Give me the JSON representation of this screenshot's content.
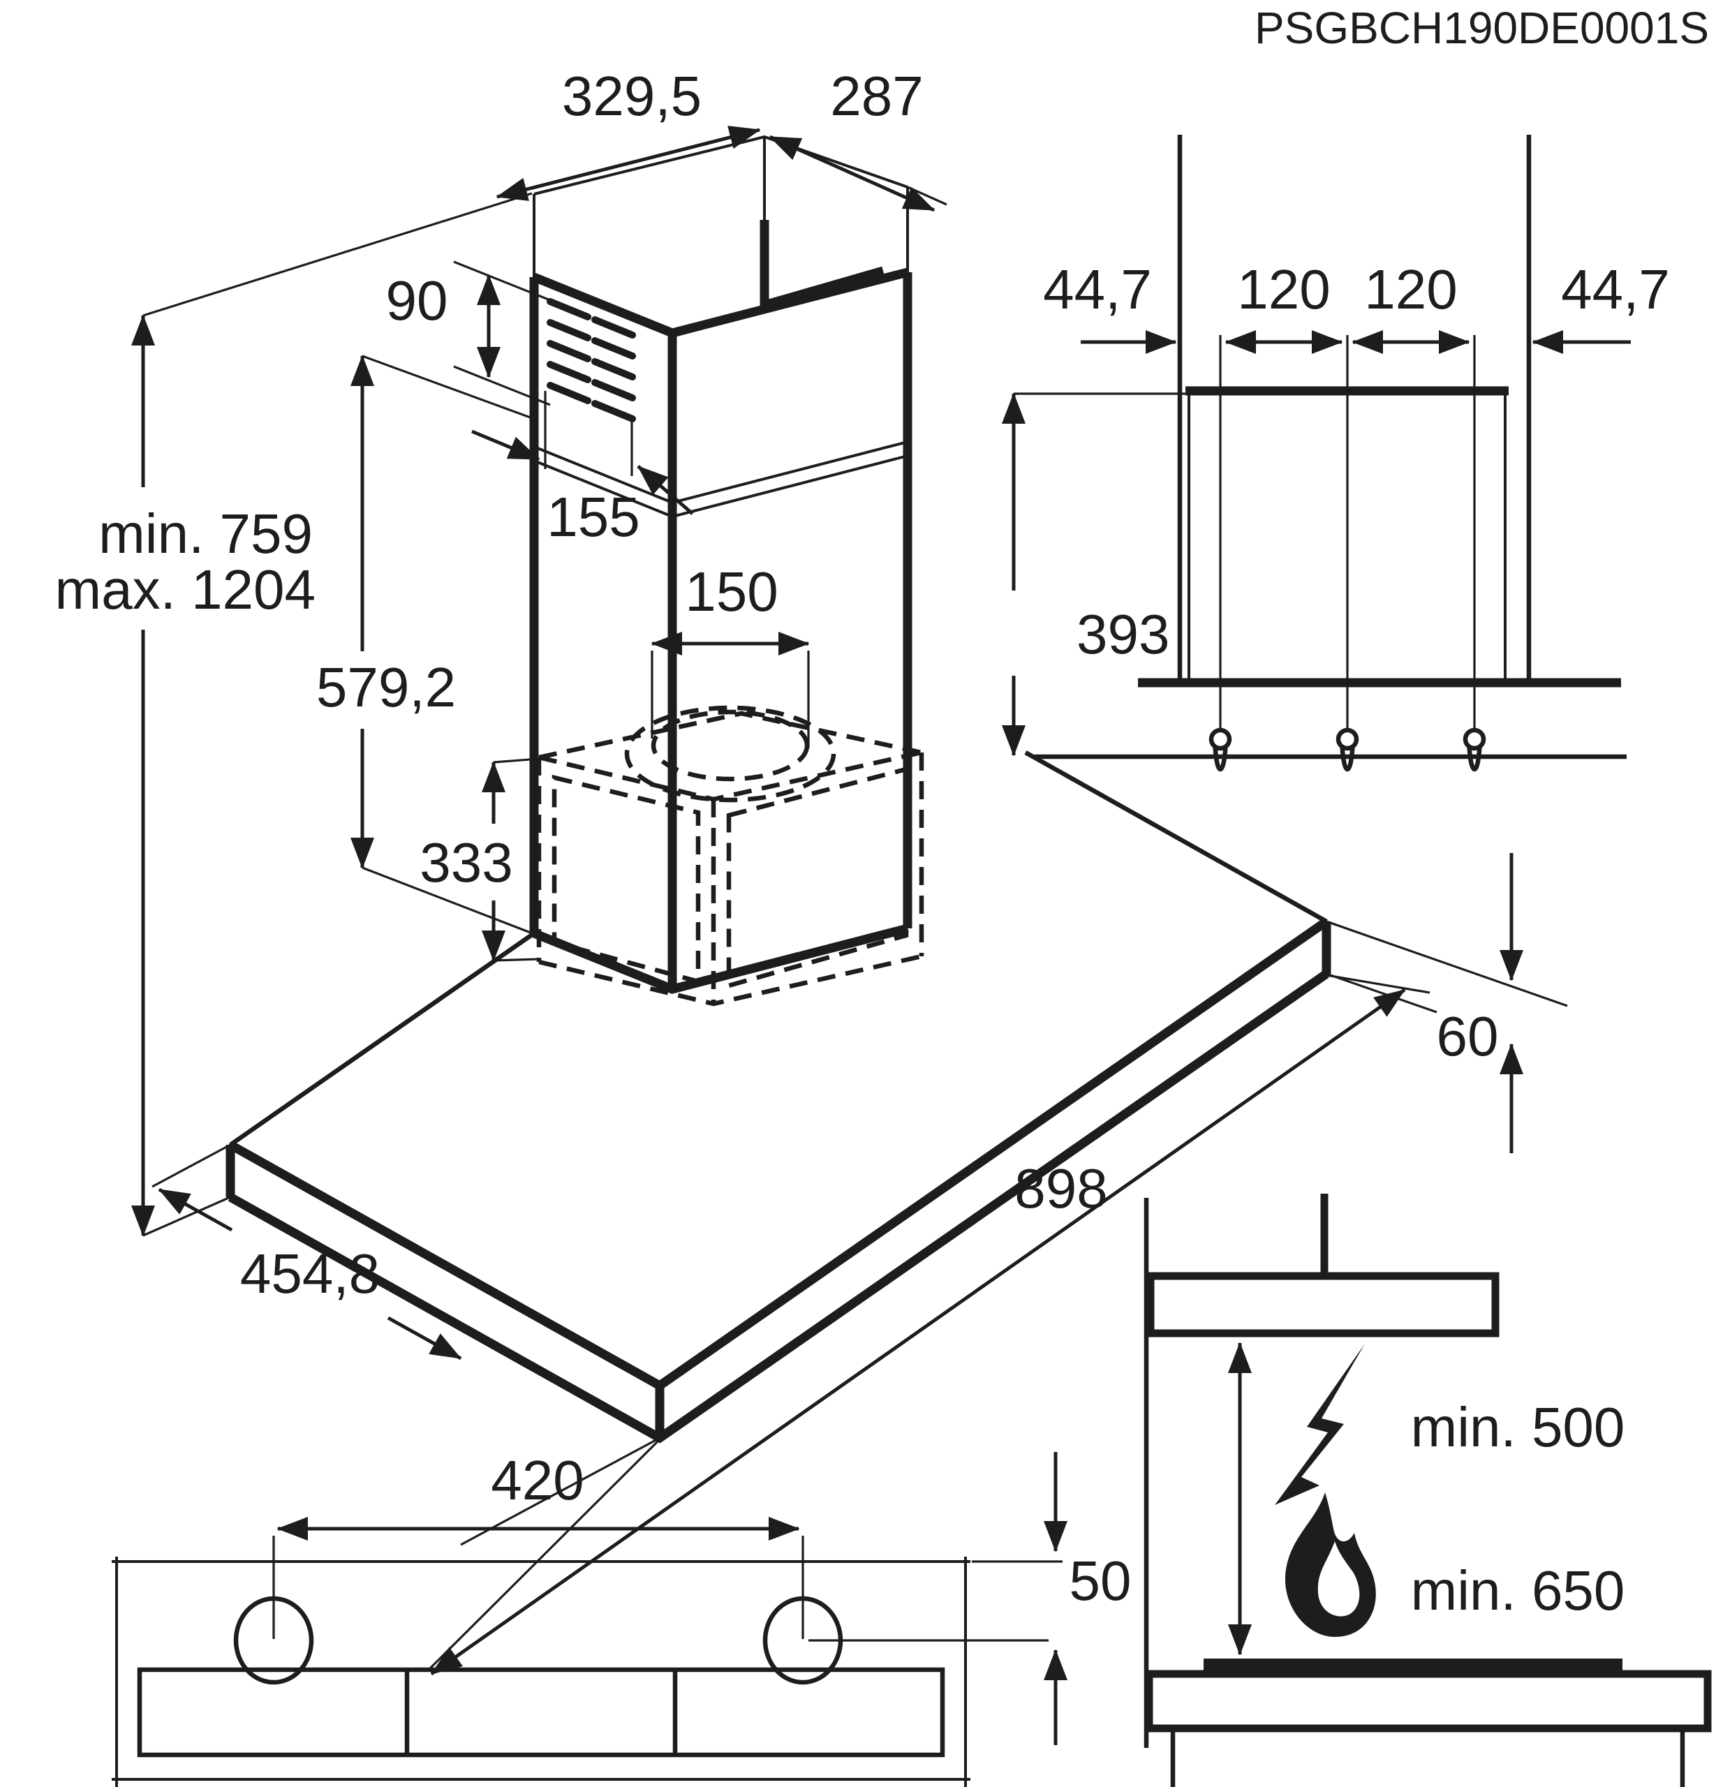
{
  "title": "PSGBCH190DE0001S",
  "colors": {
    "line": "#1d1d1b",
    "background": "#ffffff"
  },
  "isometric_view": {
    "chimney_top_width": "329,5",
    "chimney_top_depth": "287",
    "vent_grille_height": "90",
    "vent_grille_width": "155",
    "total_height_min": "min. 759",
    "total_height_max": "max. 1204",
    "chimney_lower_height": "579,2",
    "duct_diameter": "150",
    "motor_unit_height": "333",
    "canopy_depth": "454,8",
    "canopy_width": "898",
    "canopy_thickness": "60"
  },
  "wall_mount_view": {
    "side_offset_left": "44,7",
    "hole_pitch_left": "120",
    "hole_pitch_right": "120",
    "side_offset_right": "44,7",
    "mount_height": "393"
  },
  "bottom_view": {
    "fixing_hole_pitch": "420",
    "fixing_hole_offset": "50"
  },
  "clearance_view": {
    "electric_hob_clearance": "min. 500",
    "gas_hob_clearance": "min. 650"
  }
}
